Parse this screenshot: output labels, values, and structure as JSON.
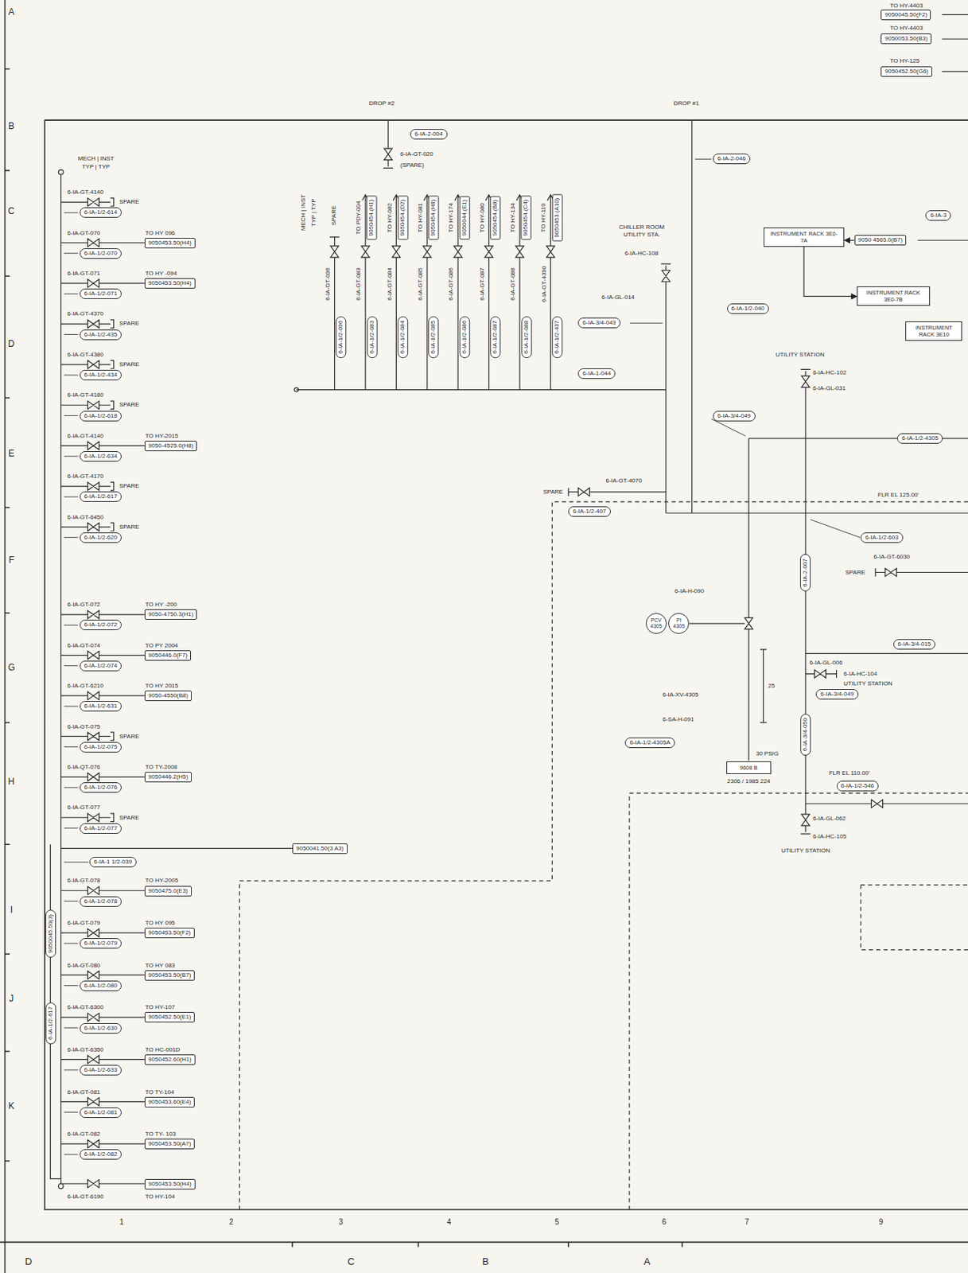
{
  "diagram": {
    "nodes": [
      {
        "text": [
          "9050045.50(F2)"
        ]
      },
      {
        "text": [
          "9050053.50(B3)"
        ]
      },
      {
        "text": [
          "9050452.50(G6)"
        ]
      },
      {
        "text": [
          "6-IA-1/2-614"
        ]
      },
      {
        "text": [
          "9050453.50(H4)"
        ]
      },
      {
        "text": [
          "6-IA-1/2-070"
        ]
      },
      {
        "text": [
          "9050453.50(H4)"
        ]
      },
      {
        "text": [
          "6-IA-1/2-071"
        ]
      },
      {
        "text": [
          "6-IA-1/2-435"
        ]
      },
      {
        "text": [
          "6-IA-1/2-434"
        ]
      },
      {
        "text": [
          "6-IA-1/2-618"
        ]
      },
      {
        "text": [
          "9050-4525.0(H8)"
        ]
      },
      {
        "text": [
          "6-IA-1/2-634"
        ]
      },
      {
        "text": [
          "6-IA-1/2-617"
        ]
      },
      {
        "text": [
          "6-IA-1/2-620"
        ]
      },
      {
        "text": [
          "9050-4750.3(H1)"
        ]
      },
      {
        "text": [
          "6-IA-1/2-072"
        ]
      },
      {
        "text": [
          "9050446.0(F7)"
        ]
      },
      {
        "text": [
          "6-IA-1/2-074"
        ]
      },
      {
        "text": [
          "9050-4550(B8)"
        ]
      },
      {
        "text": [
          "6-IA-1/2-631"
        ]
      },
      {
        "text": [
          "6-IA-1/2-075"
        ]
      },
      {
        "text": [
          "9050446.2(H5)"
        ]
      },
      {
        "text": [
          "6-IA-1/2-076"
        ]
      },
      {
        "text": [
          "6-IA-1/2-077"
        ]
      },
      {
        "text": [
          "9050041.50(3 A3)"
        ]
      },
      {
        "text": [
          "6-IA-1 1/2-039"
        ]
      },
      {
        "text": [
          "9050475.0(E3)"
        ]
      },
      {
        "text": [
          "6-IA-1/2-078"
        ]
      },
      {
        "text": [
          "9050453.50(F2)"
        ]
      },
      {
        "text": [
          "6-IA-1/2-079"
        ]
      },
      {
        "text": [
          "9050453.50(B7)"
        ]
      },
      {
        "text": [
          "6-IA-1/2-080"
        ]
      },
      {
        "text": [
          "9050452.50(E1)"
        ]
      },
      {
        "text": [
          "6-IA-1/2-630"
        ]
      },
      {
        "text": [
          "9050452.60(H1)"
        ]
      },
      {
        "text": [
          "6-IA-1/2-633"
        ]
      },
      {
        "text": [
          "9050453.60(E4)"
        ]
      },
      {
        "text": [
          "6-IA-1/2-081"
        ]
      },
      {
        "text": [
          "9050453.50(A7)"
        ]
      },
      {
        "text": [
          "6-IA-1/2-082"
        ]
      },
      {
        "text": [
          "9050453.50(H4)"
        ]
      },
      {
        "text": [
          "9050045.50(3)"
        ]
      },
      {
        "text": [
          "6-IA-1/2-617"
        ]
      },
      {
        "text": [
          "9050454.(H1)"
        ]
      },
      {
        "text": [
          "9050454.(D2)"
        ]
      },
      {
        "text": [
          "9050454.(H8)"
        ]
      },
      {
        "text": [
          "9050044.(E1)"
        ]
      },
      {
        "text": [
          "9050454.(B8)"
        ]
      },
      {
        "text": [
          "9050454.(C4)"
        ]
      },
      {
        "text": [
          "9050453.(A10)"
        ]
      },
      {
        "text": [
          "6-IA-1/2-096"
        ]
      },
      {
        "text": [
          "6-IA-1/2-083"
        ]
      },
      {
        "text": [
          "6-IA-1/2-084"
        ]
      },
      {
        "text": [
          "6-IA-1/2-085"
        ]
      },
      {
        "text": [
          "6-IA-1/2-086"
        ]
      },
      {
        "text": [
          "6-IA-1/2-087"
        ]
      },
      {
        "text": [
          "6-IA-1/2-088"
        ]
      },
      {
        "text": [
          "6-IA-1/2-437"
        ]
      },
      {
        "text": [
          "6-IA-2-004"
        ]
      },
      {
        "text": [
          "6-IA-2-046"
        ]
      },
      {
        "text": [
          "6-IA-3/4-043"
        ]
      },
      {
        "text": [
          "6-IA-1-044"
        ]
      },
      {
        "text": [
          "INSTRUMENT RACK 3E0-7A"
        ]
      },
      {
        "text": [
          "9050 4565.0(B7)"
        ]
      },
      {
        "text": [
          "INSTRUMENT RACK 3E0-7B"
        ]
      },
      {
        "text": [
          "6-IA-1/2-040"
        ]
      },
      {
        "text": [
          "INSTRUMENT RACK 3E10"
        ]
      },
      {
        "text": [
          "6-IA-3"
        ]
      },
      {
        "text": [
          "6-IA-3/4-049"
        ]
      },
      {
        "text": [
          "6-IA-1/2-4305"
        ]
      },
      {
        "text": [
          "6-IA-1/2-407"
        ]
      },
      {
        "text": [
          "6-IA-1/2-603"
        ]
      },
      {
        "text": [
          "PCV 4305"
        ]
      },
      {
        "text": [
          "PI 4305"
        ]
      },
      {
        "text": [
          "6-IA-1/2-4305A"
        ]
      },
      {
        "text": [
          "9608 B"
        ]
      },
      {
        "text": [
          "6-IA-3/4-049"
        ]
      },
      {
        "text": [
          "6-IA-3/4-015"
        ]
      },
      {
        "text": [
          "6-IA-1/2-546"
        ]
      },
      {
        "text": [
          "6-IA-2-007"
        ]
      },
      {
        "text": [
          "6-IA-3/4-050"
        ]
      }
    ],
    "edges": [
      {
        "from": 64,
        "to": 63,
        "arrow": "to"
      },
      {
        "from": 63,
        "to": 65,
        "arrow": "to"
      }
    ],
    "labels": [
      "A",
      "B",
      "C",
      "D",
      "E",
      "F",
      "G",
      "H",
      "I",
      "J",
      "K",
      "1",
      "2",
      "3",
      "4",
      "5",
      "6",
      "7",
      "9",
      "D",
      "C",
      "B",
      "A",
      "TO HY-4403",
      "TO HY-4403",
      "TO HY-125",
      "DROP #2",
      "DROP #1",
      "MECH | INST",
      "TYP | TYP",
      "6-IA-GT-4140",
      "SPARE",
      "6-IA-GT-070",
      "TO HY 096",
      "6-IA-GT-071",
      "TO HY -094",
      "6-IA-GT-4370",
      "SPARE",
      "6-IA-GT-4380",
      "SPARE",
      "6-IA-GT-4180",
      "SPARE",
      "6-IA-GT-4140",
      "TO HY-2015",
      "6-IA-GT-4170",
      "SPARE",
      "6-IA-GT-6450",
      "SPARE",
      "6-IA-GT-072",
      "TO HY -200",
      "6-IA-GT-074",
      "TO PY 2004",
      "6-IA-GT-6210",
      "TO HY 2015",
      "6-IA-GT-075",
      "SPARE",
      "6-IA-QT-076",
      "TO TY-2008",
      "6-IA-GT-077",
      "SPARE",
      "6-IA-GT-078",
      "TO HY-2005",
      "6-IA-GT-079",
      "TO HY 095",
      "6-IA-GT-080",
      "TO HY 083",
      "6-IA-GT-6300",
      "TO HY-107",
      "6-IA-GT-6350",
      "TO HC-001D",
      "6-IA-GT-081",
      "TO TY-104",
      "6-IA-GT-082",
      "TO TY- 103",
      "6-IA-GT-6190",
      "TO HY-104",
      "MECH | INST",
      "TYP | TYP",
      "SPARE",
      "TO PDY-004",
      "TO HY-082",
      "TO HY-081",
      "TO HY-174",
      "TO HY-080",
      "TO HY-134",
      "TO HY-119",
      "6-IA-GT-036",
      "6-IA-GT-083",
      "6-IA-GT-084",
      "6-IA-GT-085",
      "6-IA-GT-086",
      "6-IA-GT-087",
      "6-IA-GT-088",
      "6-IA-GT-4390",
      "6-IA-GT-020",
      "(SPARE)",
      "CHILLER ROOM UTILITY STA.",
      "6-IA-HC-108",
      "6-IA-GL-014",
      "UTILITY STATION",
      "6-IA-HC-102",
      "6-IA-GL-031",
      "6-IA-GT-4070",
      "SPARE",
      "FLR EL 125.00'",
      "6-IA-GT-6030",
      "SPARE",
      "6-IA-H-090",
      "6-IA-XV-4305",
      "6-SA-H-091",
      "25",
      "30 PSIG",
      "2306 / 1985 224",
      "6-IA-GL-006",
      "6-IA-HC-104",
      "UTILITY STATION",
      "FLR EL 110.00'",
      "6-IA-GL-062",
      "6-IA-HC-105",
      "UTILITY STATION"
    ]
  }
}
